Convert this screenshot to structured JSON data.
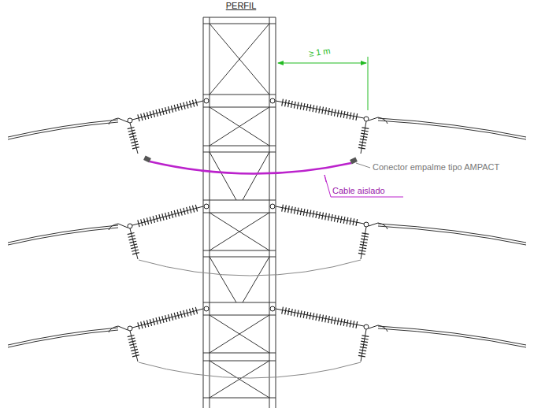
{
  "diagram": {
    "title": "PERFIL",
    "labels": [
      "≥ 1 m",
      "Conector empalme tipo AMPACT",
      "Cable aislado"
    ]
  }
}
